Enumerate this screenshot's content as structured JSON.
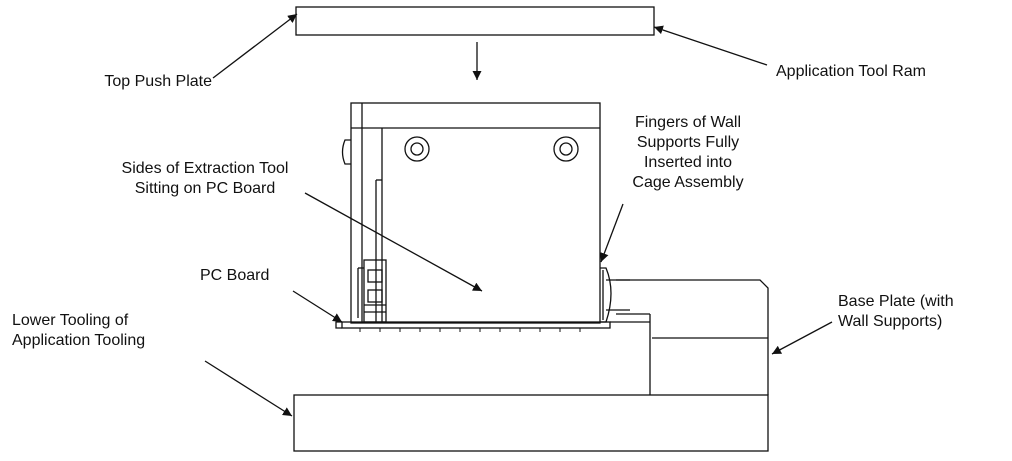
{
  "callouts": {
    "top_push_plate": "Top Push Plate",
    "application_tool_ram": "Application Tool Ram",
    "fingers_wall_supports": [
      "Fingers of Wall",
      "Supports Fully",
      "Inserted into",
      "Cage Assembly"
    ],
    "sides_extraction_tool": [
      "Sides of Extraction Tool",
      "Sitting on PC Board"
    ],
    "pc_board": "PC Board",
    "lower_tooling": [
      "Lower Tooling of",
      "Application Tooling"
    ],
    "base_plate": [
      "Base Plate (with",
      "Wall Supports)"
    ]
  },
  "colors": {
    "line": "#111111",
    "background": "#ffffff"
  }
}
